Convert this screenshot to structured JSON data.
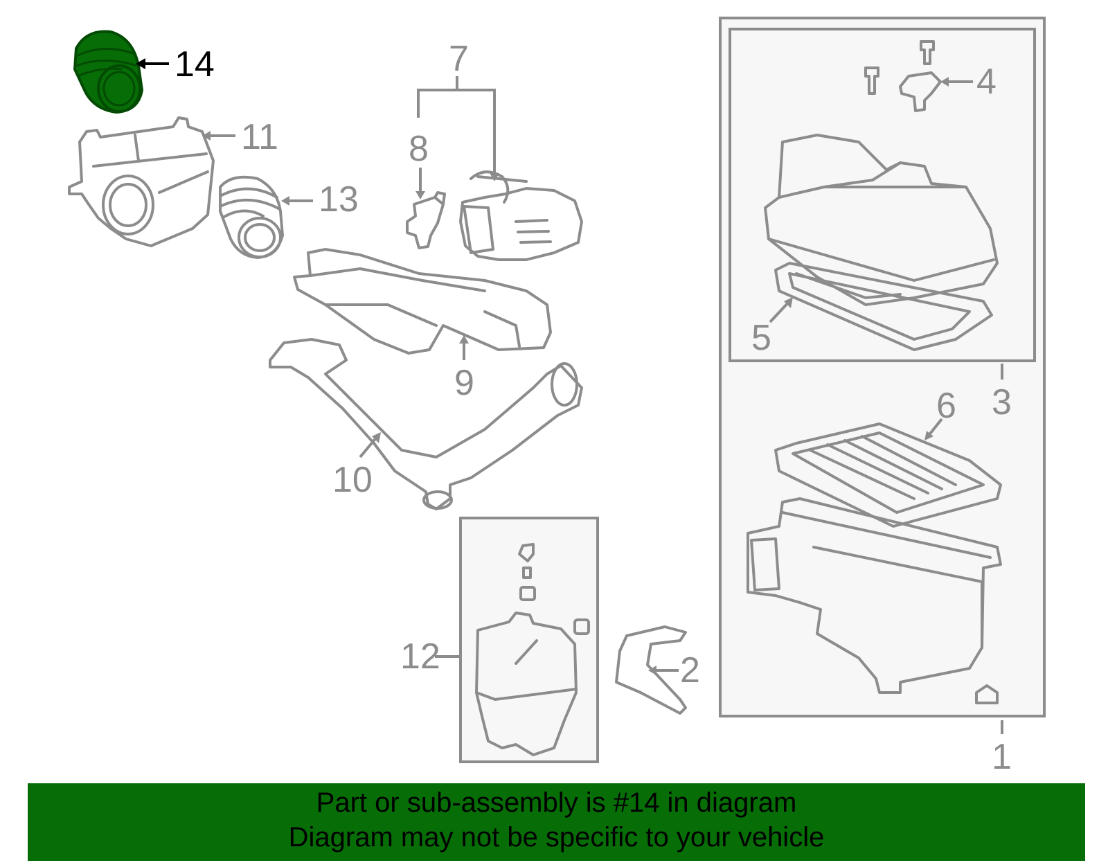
{
  "callouts": {
    "c1": "1",
    "c2": "2",
    "c3": "3",
    "c4": "4",
    "c5": "5",
    "c6": "6",
    "c7": "7",
    "c8": "8",
    "c9": "9",
    "c10": "10",
    "c11": "11",
    "c12": "12",
    "c13": "13",
    "c14": "14"
  },
  "highlight": {
    "part": "14",
    "color": "#076e07"
  },
  "banner": {
    "line1": "Part or sub-assembly is #14 in diagram",
    "line2": "Diagram may not be specific to your vehicle",
    "color": "#076e07"
  }
}
